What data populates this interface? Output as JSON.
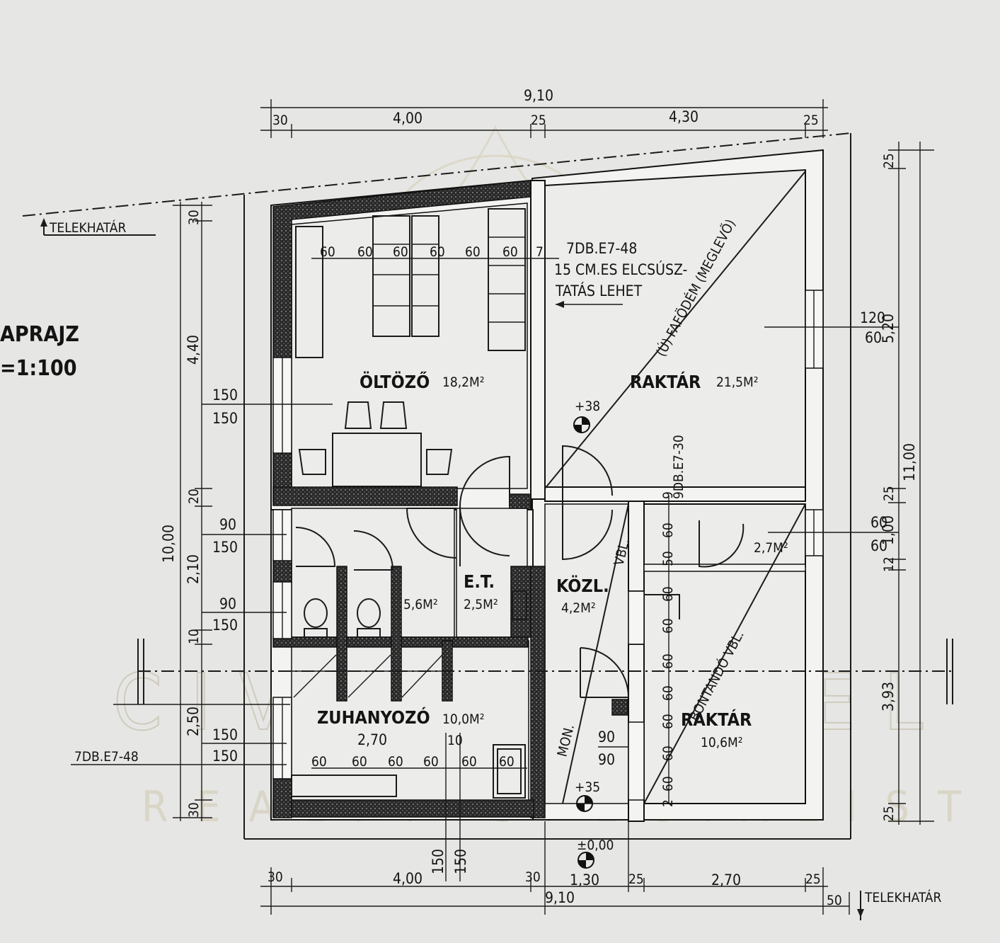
{
  "labels": {
    "telekhatar_left": "TELEKHATÁR",
    "telekhatar_right": "TELEKHATÁR",
    "side_title_1": "APRAJZ",
    "side_title_2": "=1:100",
    "note_1": "7DB.E7-48",
    "note_2": "15 CM.ES ELCSÚSZ-",
    "note_3": "TATÁS LEHET",
    "slab_note": "(Ú) FAFÖDÉM (MEGLEVŐ)",
    "lintel_note": "9DB.E7-30",
    "vbl": "VBL.",
    "bontando": "BONTANDÓ VBL.",
    "mon": "MON.",
    "note_bottom_left": "7DB.E7-48",
    "level_1": "+38",
    "level_2": "+35",
    "level_3": "±0,00"
  },
  "rooms": {
    "oltozo": "ÖLTÖZŐ",
    "oltozo_area": "18,2M²",
    "raktar1": "RAKTÁR",
    "raktar1_area": "21,5M²",
    "wc_area": "5,6M²",
    "et": "E.T.",
    "et_area": "2,5M²",
    "kozl": "KÖZL.",
    "kozl_area": "4,2M²",
    "small_area": "2,7M²",
    "zuhanyozo": "ZUHANYOZÓ",
    "zuhanyozo_area": "10,0M²",
    "raktar2": "RAKTÁR",
    "raktar2_area": "10,6M²"
  },
  "dims": {
    "top_total": "9,10",
    "top": [
      "30",
      "4,00",
      "25",
      "4,30",
      "25"
    ],
    "bottom": [
      "30",
      "4,00",
      "30",
      "1,30",
      "25",
      "2,70",
      "25"
    ],
    "bottom_total": "9,10",
    "bottom_50": "50",
    "left_total": "10,00",
    "left": [
      "30",
      "4,40",
      "20",
      "2,10",
      "10",
      "2,50",
      "30"
    ],
    "right": [
      "25",
      "5,20",
      "25",
      "1,00",
      "12",
      "3,93",
      "25"
    ],
    "right_total": "11,00",
    "win_120": "120",
    "win_60a": "60",
    "win_60b": "60",
    "win_60c": "60",
    "w150a": "150",
    "w150b": "150",
    "w90a": "90",
    "w150c": "150",
    "w90b": "90",
    "w150d": "150",
    "w150e": "150",
    "w150f": "150",
    "w90c": "90",
    "w90d": "90",
    "w270": "2,70",
    "w10": "10",
    "w150g": "150",
    "w150h": "150",
    "top_chain": [
      "60",
      "60",
      "60",
      "60",
      "60",
      "60",
      "7"
    ],
    "bottom_chain": [
      "60",
      "60",
      "60",
      "60",
      "60",
      "60"
    ],
    "vert_chain": [
      "9",
      "60",
      "50",
      "60",
      "60",
      "60",
      "60",
      "60",
      "60",
      "60",
      "2"
    ]
  },
  "watermark": {
    "line1": "CIVICO HOTEL",
    "line2": "REALTY SPECIALIST"
  }
}
